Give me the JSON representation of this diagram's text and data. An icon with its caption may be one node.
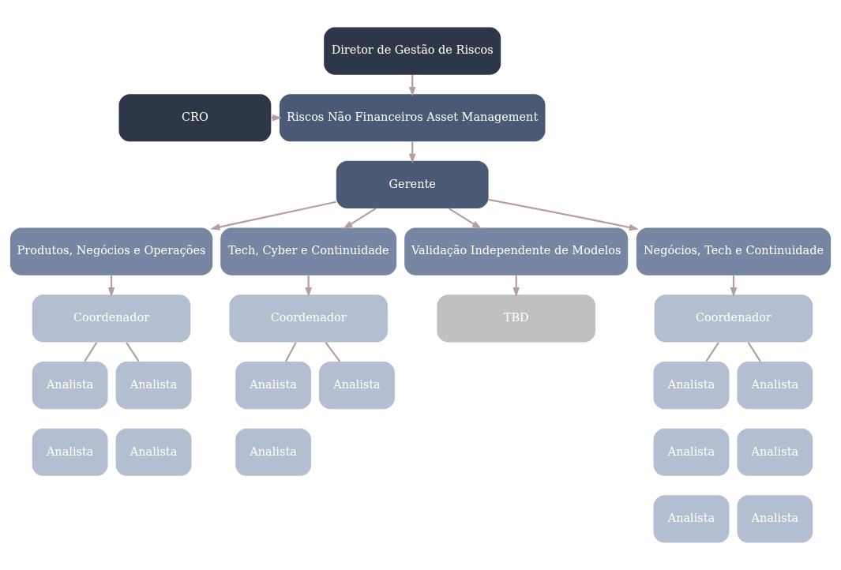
{
  "diagram": {
    "nodes": [
      {
        "text": [
          "Diretor de Gestão de Riscos"
        ]
      },
      {
        "text": [
          "Riscos Não Financeiros Asset Management"
        ]
      },
      {
        "text": [
          "CRO"
        ]
      },
      {
        "text": [
          "Gerente"
        ]
      },
      {
        "text": [
          "Produtos, Negócios e Operações"
        ]
      },
      {
        "text": [
          "Tech, Cyber e Continuidade"
        ]
      },
      {
        "text": [
          "Validação Independente de Modelos"
        ]
      },
      {
        "text": [
          "Negócios, Tech e Continuidade"
        ]
      },
      {
        "text": [
          "Coordenador"
        ]
      },
      {
        "text": [
          "Coordenador"
        ]
      },
      {
        "text": [
          "TBD"
        ]
      },
      {
        "text": [
          "Coordenador"
        ]
      },
      {
        "text": [
          "Analista"
        ]
      },
      {
        "text": [
          "Analista"
        ]
      },
      {
        "text": [
          "Analista"
        ]
      },
      {
        "text": [
          "Analista"
        ]
      },
      {
        "text": [
          "Analista"
        ]
      },
      {
        "text": [
          "Analista"
        ]
      },
      {
        "text": [
          "Analista"
        ]
      },
      {
        "text": [
          "Analista"
        ]
      },
      {
        "text": [
          "Analista"
        ]
      },
      {
        "text": [
          "Analista"
        ]
      },
      {
        "text": [
          "Analista"
        ]
      },
      {
        "text": [
          "Analista"
        ]
      },
      {
        "text": [
          "Analista"
        ]
      }
    ],
    "edges": [
      {
        "from": 0,
        "to": 1,
        "arrow": "to"
      },
      {
        "from": 2,
        "to": 1,
        "arrow": "to"
      },
      {
        "from": 1,
        "to": 3,
        "arrow": "to"
      },
      {
        "from": 3,
        "to": 4,
        "arrow": "to"
      },
      {
        "from": 3,
        "to": 5,
        "arrow": "to"
      },
      {
        "from": 3,
        "to": 6,
        "arrow": "to"
      },
      {
        "from": 3,
        "to": 7,
        "arrow": "to"
      },
      {
        "from": 4,
        "to": 8,
        "arrow": "to"
      },
      {
        "from": 5,
        "to": 9,
        "arrow": "to"
      },
      {
        "from": 6,
        "to": 10,
        "arrow": "to"
      },
      {
        "from": 7,
        "to": 11,
        "arrow": "to"
      },
      {
        "from": 8,
        "to": 12,
        "arrow": "none"
      },
      {
        "from": 8,
        "to": 13,
        "arrow": "none"
      },
      {
        "from": 9,
        "to": 16,
        "arrow": "none"
      },
      {
        "from": 9,
        "to": 17,
        "arrow": "none"
      },
      {
        "from": 11,
        "to": 19,
        "arrow": "none"
      },
      {
        "from": 11,
        "to": 20,
        "arrow": "none"
      }
    ]
  }
}
